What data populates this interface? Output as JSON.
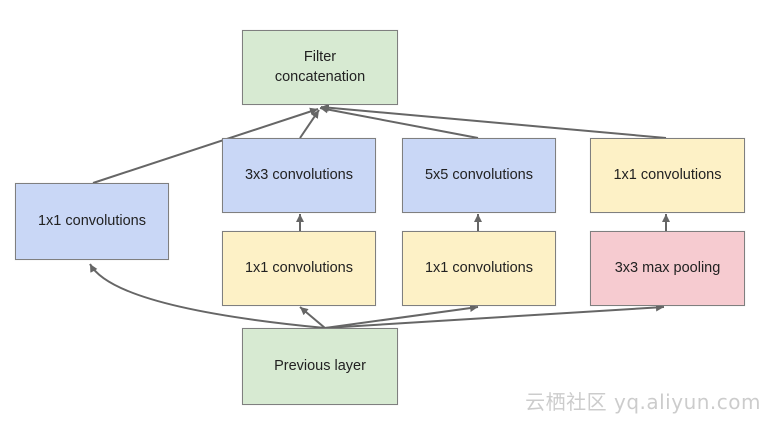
{
  "diagram": {
    "nodes": {
      "filter_concat": "Filter\nconcatenation",
      "conv1x1_left": "1x1 convolutions",
      "conv3x3": "3x3 convolutions",
      "conv5x5": "5x5 convolutions",
      "conv1x1_right_top": "1x1 convolutions",
      "conv1x1_mid_a": "1x1 convolutions",
      "conv1x1_mid_b": "1x1 convolutions",
      "maxpool3x3": "3x3 max pooling",
      "previous_layer": "Previous layer"
    },
    "colors": {
      "green": "#d7ead2",
      "blue": "#c9d7f6",
      "yellow": "#fdf1c6",
      "red": "#f6cbd0",
      "border": "#7f7f7f",
      "arrow": "#666666"
    }
  },
  "watermark": {
    "text": "云栖社区 yq.aliyun.com"
  }
}
